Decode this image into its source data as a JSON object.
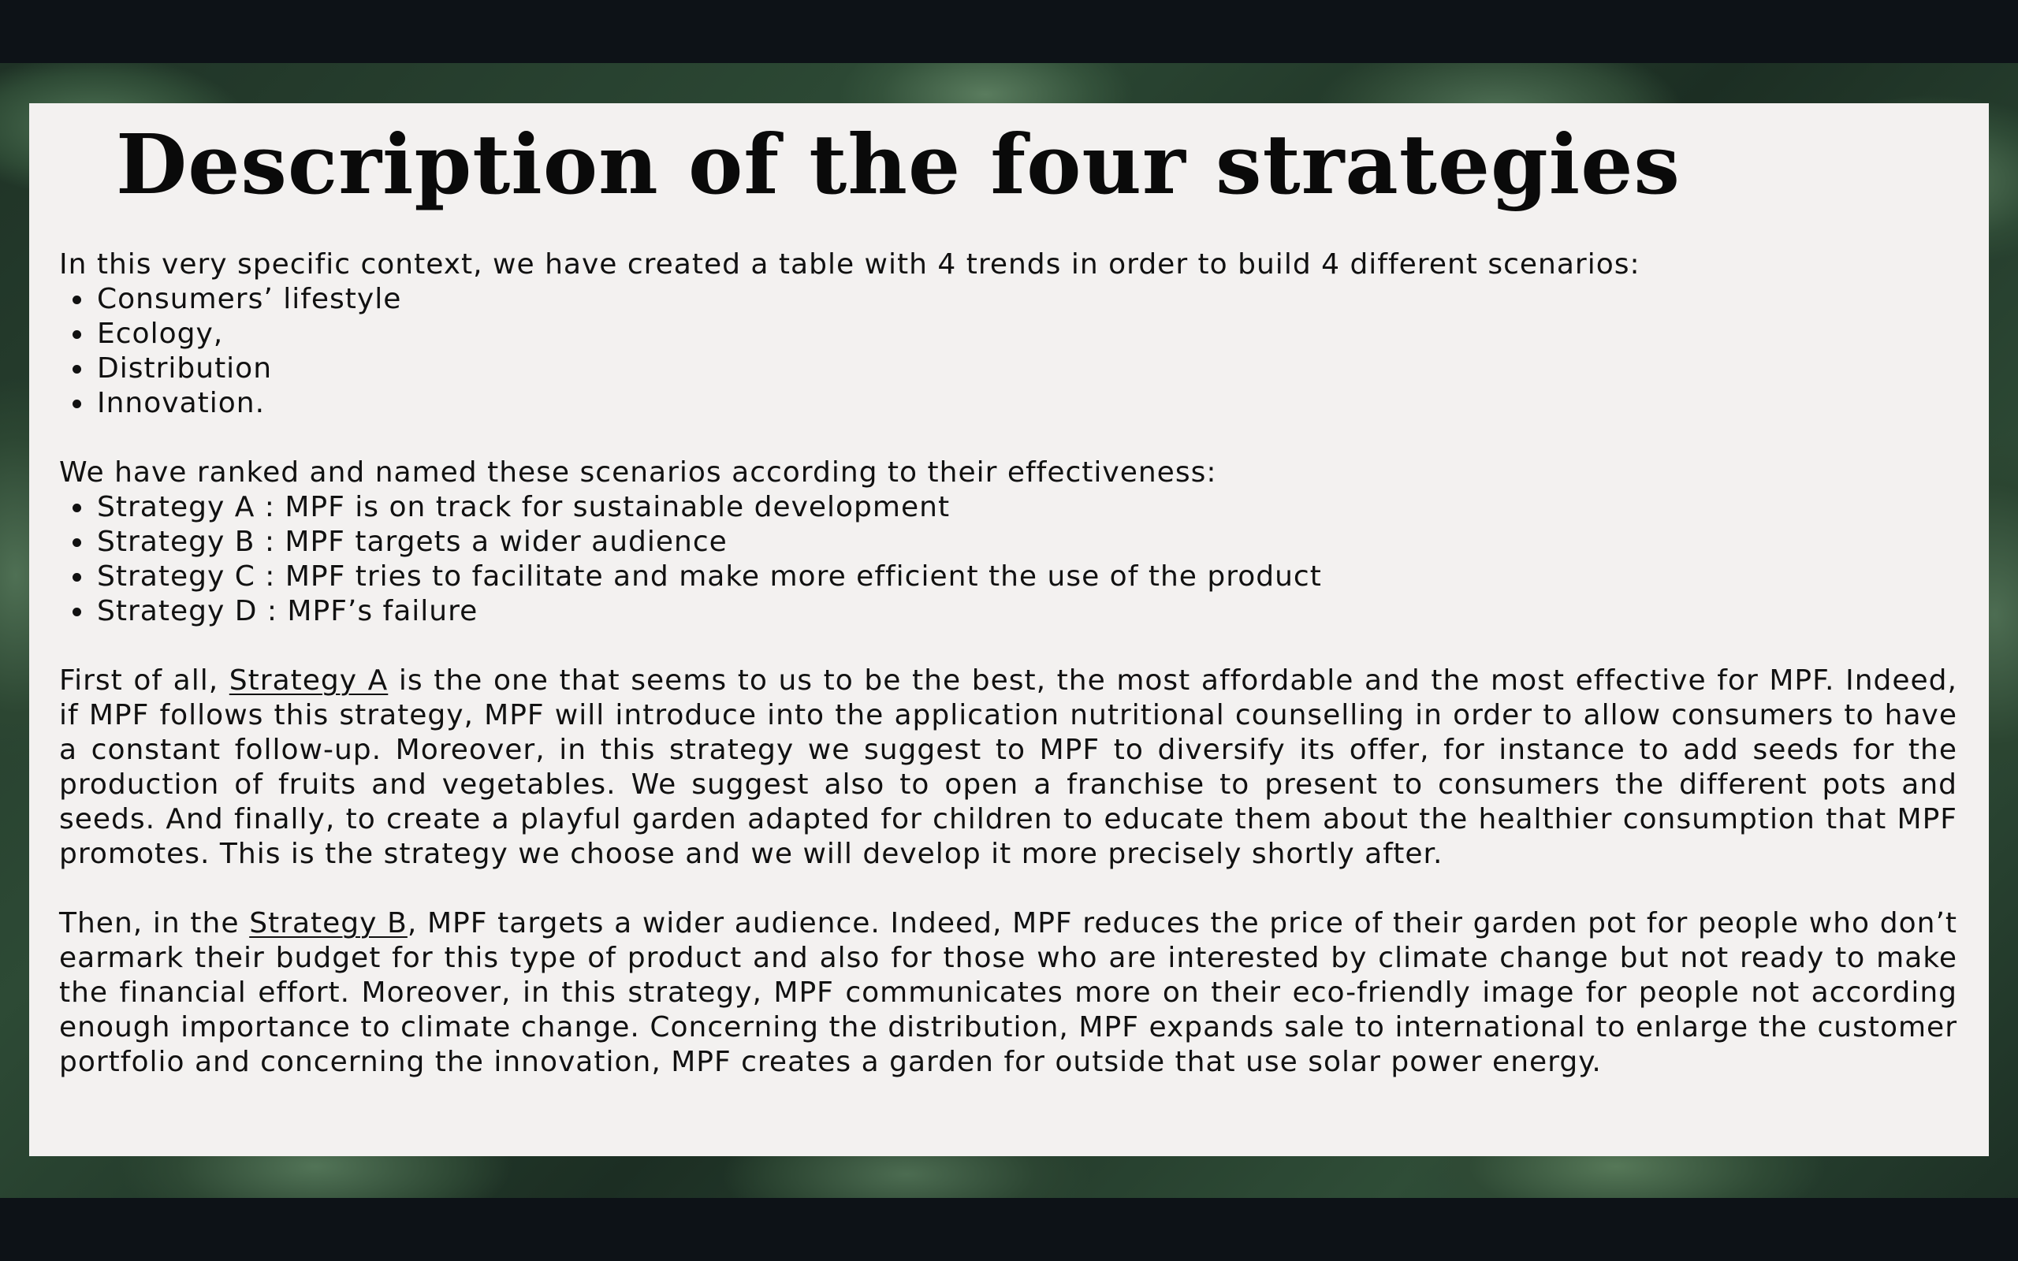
{
  "slide": {
    "title": "Description of the four strategies"
  },
  "intro": {
    "text": "In this very specific context, we have created a table with 4 trends in order to build 4 different scenarios:",
    "trends": [
      "Consumers’ lifestyle",
      "Ecology,",
      "Distribution",
      "Innovation."
    ]
  },
  "ranking": {
    "text": "We have ranked and named these scenarios according to their effectiveness:",
    "strategies": [
      "Strategy A : MPF is on track for sustainable development",
      "Strategy B : MPF targets a wider audience",
      "Strategy C : MPF tries to facilitate and make more efficient the use of the product",
      "Strategy D : MPF’s failure"
    ]
  },
  "paragraph_a": {
    "lead": "First of all, ",
    "link": "Strategy A",
    "rest": " is the one that seems to us to be the best, the most affordable and the most effective for MPF. Indeed, if MPF follows this strategy, MPF will introduce into the application nutritional counselling in order to allow consumers to have a constant follow-up. Moreover, in this strategy we suggest to MPF to diversify its offer, for instance to add seeds for the production of fruits and vegetables. We suggest also to open a franchise to present to consumers the different pots and seeds. And finally, to create a playful garden adapted for children to educate them about the healthier consumption that MPF promotes. This is the strategy we choose and we will develop it more precisely shortly after."
  },
  "paragraph_b": {
    "lead": "Then, in the ",
    "link": "Strategy B",
    "rest": ", MPF targets a wider audience. Indeed, MPF reduces the price of their garden pot for people who don’t earmark their budget for this type of product and also for those who are interested by climate change but not ready to make the financial effort. Moreover, in this strategy, MPF communicates more on their eco-friendly image for people not according enough importance to climate change. Concerning the distribution, MPF expands sale to international to enlarge the customer portfolio and concerning the innovation, MPF creates a garden for outside that use solar power energy."
  }
}
